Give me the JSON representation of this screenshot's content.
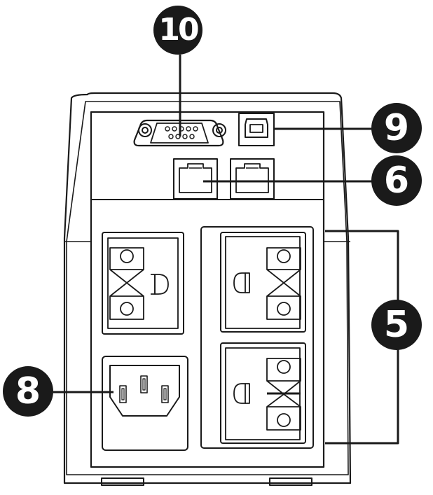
{
  "callouts": {
    "db9_port": "10",
    "usb_port": "9",
    "rj_ports": "6",
    "outlets": "5",
    "ac_inlet": "8"
  },
  "colors": {
    "line": "#1a1a1a",
    "callout_fill": "#1a1a1a",
    "callout_text": "#ffffff",
    "body_fill": "#ffffff"
  }
}
